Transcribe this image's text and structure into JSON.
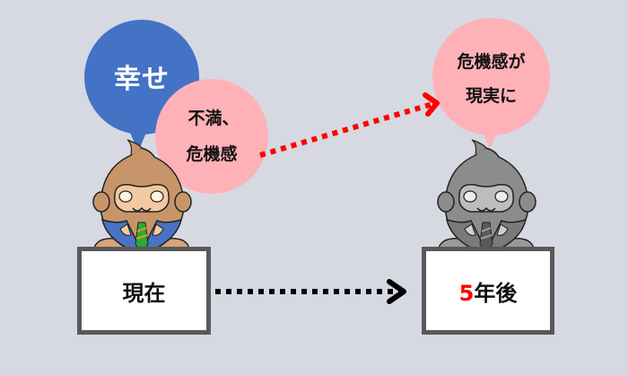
{
  "colors": {
    "background": "#d6d9e1",
    "blue_bubble": "#4472c4",
    "pink_bubble": "#ffb1b8",
    "red_arrow": "#ff0000",
    "black_arrow": "#000000",
    "box_border": "#595959",
    "monkey_fur": "#c8956a",
    "monkey_suit": "#4a72c2",
    "tie": "#2ea836"
  },
  "left": {
    "happy_bubble": {
      "text": "幸せ"
    },
    "worry_bubble": {
      "line1": "不満、",
      "line2": "危機感"
    },
    "character": {
      "name": "monkey-businessman",
      "style": "color"
    },
    "box": {
      "label": "現在"
    }
  },
  "right": {
    "reality_bubble": {
      "line1": "危機感が",
      "line2": "現実に"
    },
    "character": {
      "name": "monkey-businessman",
      "style": "grayscale"
    },
    "box": {
      "number": "5",
      "suffix": "年後"
    }
  },
  "arrows": [
    {
      "name": "worry-becomes-reality-arrow",
      "style": "dotted",
      "color": "red",
      "from": "不満、危機感",
      "to": "危機感が現実に"
    },
    {
      "name": "time-passage-arrow",
      "style": "dotted",
      "color": "black",
      "from": "現在",
      "to": "5年後"
    }
  ]
}
